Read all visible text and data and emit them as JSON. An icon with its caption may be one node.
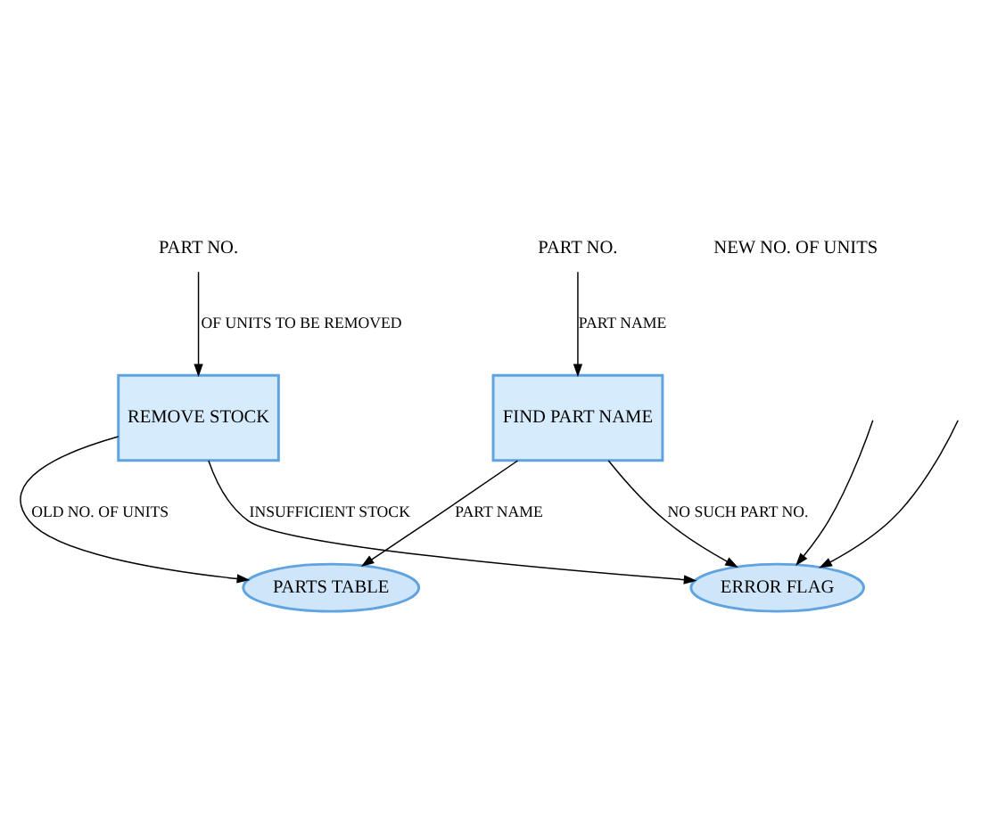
{
  "diagram": {
    "nodes": [
      {
        "text": [
          "PART NO."
        ]
      },
      {
        "text": [
          "PART NO."
        ]
      },
      {
        "text": [
          "FIND PART NAME"
        ]
      },
      {
        "text": [
          "REMOVE STOCK"
        ]
      },
      {
        "text": [
          "PARTS TABLE"
        ]
      },
      {
        "text": [
          "ERROR FLAG"
        ]
      }
    ],
    "edges": [
      {
        "from": 0,
        "to": 2,
        "arrow": "to",
        "label": "PART NAME"
      },
      {
        "from": 1,
        "to": 3,
        "arrow": "to",
        "label": "OF UNITS TO BE REMOVED"
      },
      {
        "from": 2,
        "to": 4,
        "arrow": "to",
        "label": "PART NAME"
      },
      {
        "from": 2,
        "to": 5,
        "arrow": "to",
        "label": "NO SUCH PART NO."
      },
      {
        "from": 3,
        "to": 4,
        "arrow": "to",
        "label": "OLD NO. OF UNITS"
      },
      {
        "from": 3,
        "to": 5,
        "arrow": "to",
        "label": "INSUFFICIENT STOCK"
      },
      {
        "from": null,
        "to": 5,
        "arrow": "to"
      },
      {
        "from": null,
        "to": 5,
        "arrow": "to"
      }
    ],
    "labels": [
      "NEW NO. OF UNITS"
    ]
  }
}
